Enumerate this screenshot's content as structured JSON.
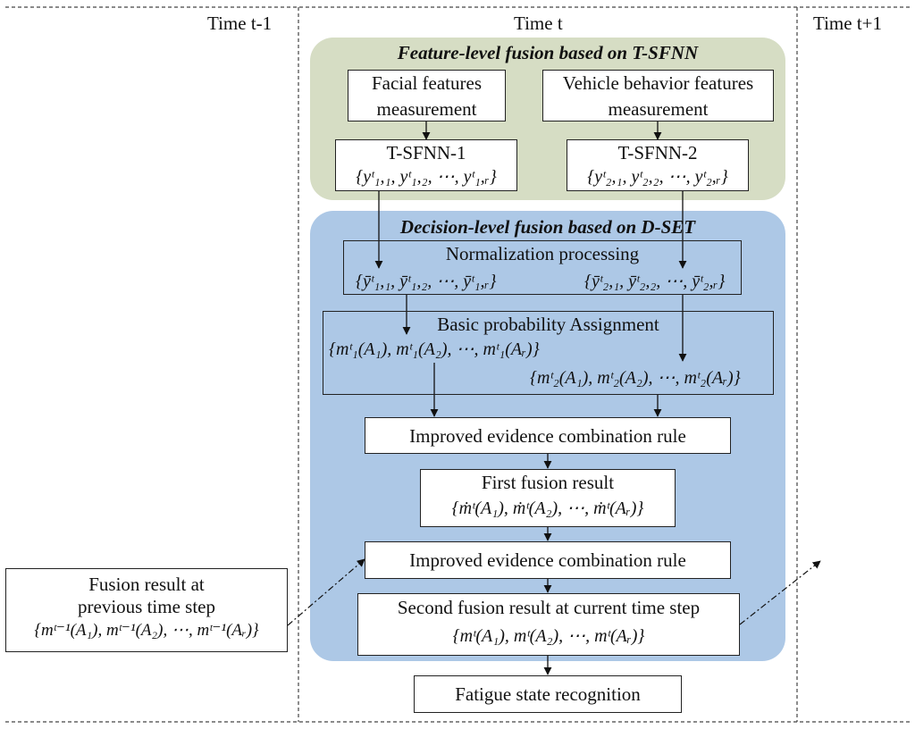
{
  "columns": {
    "prev": "Time t-1",
    "curr": "Time t",
    "next": "Time t+1"
  },
  "feature_panel": {
    "title": "Feature-level fusion based on T-SFNN",
    "facial_box": [
      "Facial features",
      "measurement"
    ],
    "vehicle_box": [
      "Vehicle behavior features",
      "measurement"
    ],
    "tsfnn1": {
      "title": "T-SFNN-1",
      "formula": "{yᵗ₁,₁, yᵗ₁,₂, ⋯, yᵗ₁,ᵣ}"
    },
    "tsfnn2": {
      "title": "T-SFNN-2",
      "formula": "{yᵗ₂,₁, yᵗ₂,₂, ⋯, yᵗ₂,ᵣ}"
    }
  },
  "decision_panel": {
    "title": "Decision-level fusion based on D-SET",
    "normalization": {
      "title": "Normalization processing",
      "formula_left": "{ȳᵗ₁,₁, ȳᵗ₁,₂, ⋯, ȳᵗ₁,ᵣ}",
      "formula_right": "{ȳᵗ₂,₁, ȳᵗ₂,₂, ⋯, ȳᵗ₂,ᵣ}"
    },
    "bpa": {
      "title": "Basic probability Assignment",
      "formula_1": "{mᵗ₁(A₁), mᵗ₁(A₂), ⋯, mᵗ₁(Aᵣ)}",
      "formula_2": "{mᵗ₂(A₁), mᵗ₂(A₂), ⋯, mᵗ₂(Aᵣ)}"
    },
    "combination_1": "Improved evidence combination rule",
    "first_fusion": {
      "title": "First fusion result",
      "formula": "{ṁᵗ(A₁), ṁᵗ(A₂), ⋯, ṁᵗ(Aᵣ)}"
    },
    "combination_2": "Improved evidence combination rule",
    "second_fusion": {
      "title": "Second fusion result at current time step",
      "formula": "{mᵗ(A₁), mᵗ(A₂), ⋯, mᵗ(Aᵣ)}"
    }
  },
  "previous_result": {
    "lines": [
      "Fusion result at",
      "previous time step"
    ],
    "formula": "{mᵗ⁻¹(A₁), mᵗ⁻¹(A₂), ⋯, mᵗ⁻¹(Aᵣ)}"
  },
  "output": "Fatigue state recognition",
  "colors": {
    "feature_panel": "#d6ddc4",
    "decision_panel": "#adc8e6",
    "lines": "#222222"
  }
}
